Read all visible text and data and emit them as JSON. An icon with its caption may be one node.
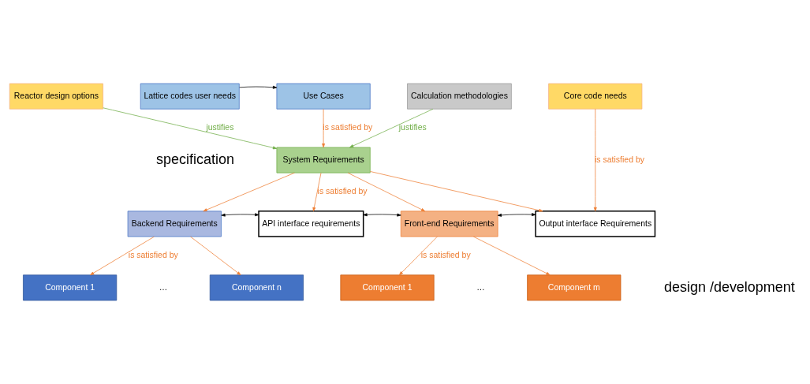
{
  "diagram": {
    "nodes": [
      {
        "text": [
          "Reactor design options"
        ]
      },
      {
        "text": [
          "Lattice codes user needs"
        ]
      },
      {
        "text": [
          "Use Cases"
        ]
      },
      {
        "text": [
          "Calculation methodologies"
        ]
      },
      {
        "text": [
          "Core code needs"
        ]
      },
      {
        "text": [
          "System Requirements"
        ]
      },
      {
        "text": [
          "Backend Requirements"
        ]
      },
      {
        "text": [
          "API interface requirements"
        ]
      },
      {
        "text": [
          "Front-end Requirements"
        ]
      },
      {
        "text": [
          "Output interface Requirements"
        ]
      },
      {
        "text": [
          "Component 1"
        ]
      },
      {
        "text": [
          "Component n"
        ]
      },
      {
        "text": [
          "Component 1"
        ]
      },
      {
        "text": [
          "Component m"
        ]
      }
    ],
    "edges": [
      {
        "from": 1,
        "to": 2,
        "arrow": "to",
        "color": "#000000"
      },
      {
        "from": 0,
        "to": 5,
        "arrow": "to",
        "label": "justifies",
        "color": "#70ad47"
      },
      {
        "from": 2,
        "to": 5,
        "arrow": "to",
        "label": "is satisfied by"
      },
      {
        "from": 3,
        "to": 5,
        "arrow": "to",
        "label": "justifies",
        "color": "#70ad47"
      },
      {
        "from": 4,
        "to": 9,
        "arrow": "to",
        "label": "is satisfied by"
      },
      {
        "from": 5,
        "to": 6,
        "arrow": "to"
      },
      {
        "from": 5,
        "to": 7,
        "arrow": "to",
        "label": "is satisfied by"
      },
      {
        "from": 5,
        "to": 8,
        "arrow": "to"
      },
      {
        "from": 5,
        "to": 9,
        "arrow": "to"
      },
      {
        "from": 6,
        "to": 7,
        "arrow": "both",
        "color": "#000000"
      },
      {
        "from": 7,
        "to": 8,
        "arrow": "both",
        "color": "#000000"
      },
      {
        "from": 8,
        "to": 9,
        "arrow": "both",
        "color": "#000000"
      },
      {
        "from": 6,
        "to": 10,
        "arrow": "to",
        "label": "is satisfied by"
      },
      {
        "from": 6,
        "to": 11,
        "arrow": "to"
      },
      {
        "from": 8,
        "to": 12,
        "arrow": "to",
        "label": "is satisfied by"
      },
      {
        "from": 8,
        "to": 13,
        "arrow": "to"
      }
    ],
    "labels": [
      "specification",
      "design /development",
      "…",
      "…"
    ]
  }
}
